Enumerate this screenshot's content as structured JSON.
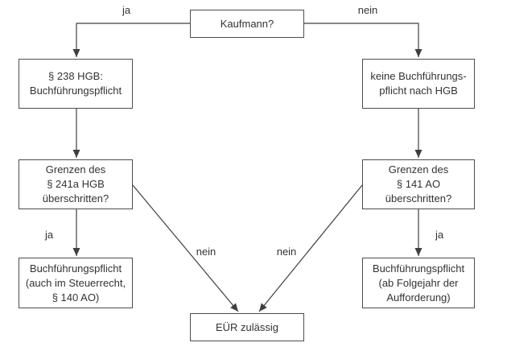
{
  "diagram": {
    "description": "Flowchart deciding German bookkeeping obligation (Buchführungspflicht)",
    "nodes": {
      "kaufmann": "Kaufmann?",
      "hgb_pflicht": "§ 238 HGB:\nBuchführungspflicht",
      "keine_pflicht": "keine Buchführungs-\npflicht nach HGB",
      "grenzen_241a": "Grenzen des\n§ 241a HGB\nüberschritten?",
      "grenzen_141": "Grenzen des\n§ 141 AO\nüberschritten?",
      "pflicht_steuerrecht": "Buchführungspflicht\n(auch im Steuerrecht,\n§ 140 AO)",
      "pflicht_folgejahr": "Buchführungspflicht\n(ab Folgejahr der\nAufforderung)",
      "euer": "EÜR zulässig"
    },
    "edge_labels": {
      "ja_top": "ja",
      "nein_top": "nein",
      "ja_left": "ja",
      "ja_right": "ja",
      "nein_left": "nein",
      "nein_right": "nein"
    },
    "colors": {
      "line": "#3f3f3f",
      "text": "#333333",
      "background": "#ffffff"
    }
  }
}
